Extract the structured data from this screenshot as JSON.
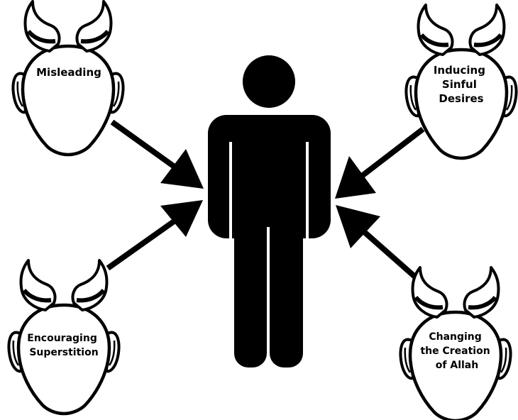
{
  "colors": {
    "ink": "#000000",
    "background": "#ffffff",
    "head_fill": "#ffffff"
  },
  "figure": {
    "name": "human-figure-icon"
  },
  "arrow_icon": "arrow-icon",
  "devils": [
    {
      "id": "misleading",
      "lines": [
        "Misleading"
      ]
    },
    {
      "id": "sinful-desires",
      "lines": [
        "Inducing",
        "Sinful",
        "Desires"
      ]
    },
    {
      "id": "superstition",
      "lines": [
        "Encouraging",
        "Superstition"
      ]
    },
    {
      "id": "changing-creation",
      "lines": [
        "Changing",
        "the Creation",
        "of Allah"
      ]
    }
  ]
}
